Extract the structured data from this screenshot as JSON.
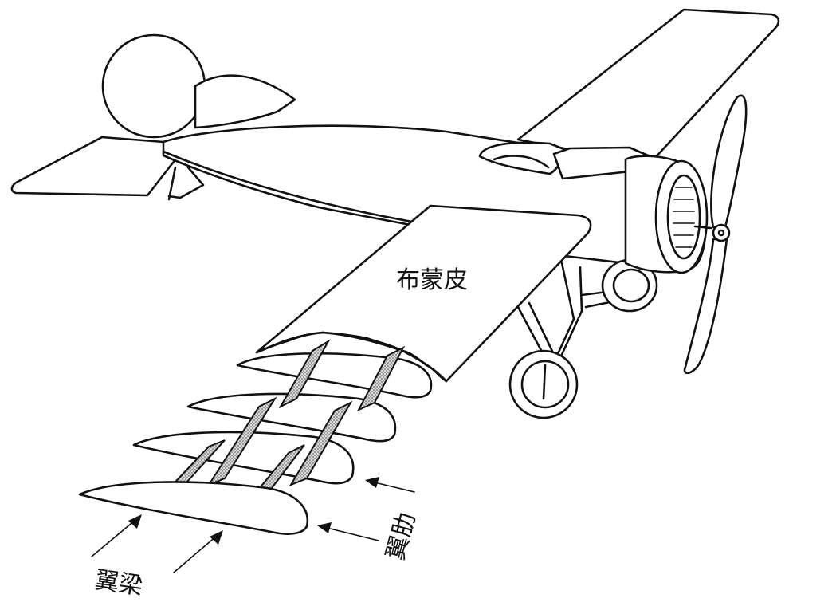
{
  "labels": {
    "skin": "布蒙皮",
    "rib": "翼肋",
    "spar": "翼梁"
  },
  "colors": {
    "ink": "#111111",
    "background": "#ffffff"
  }
}
